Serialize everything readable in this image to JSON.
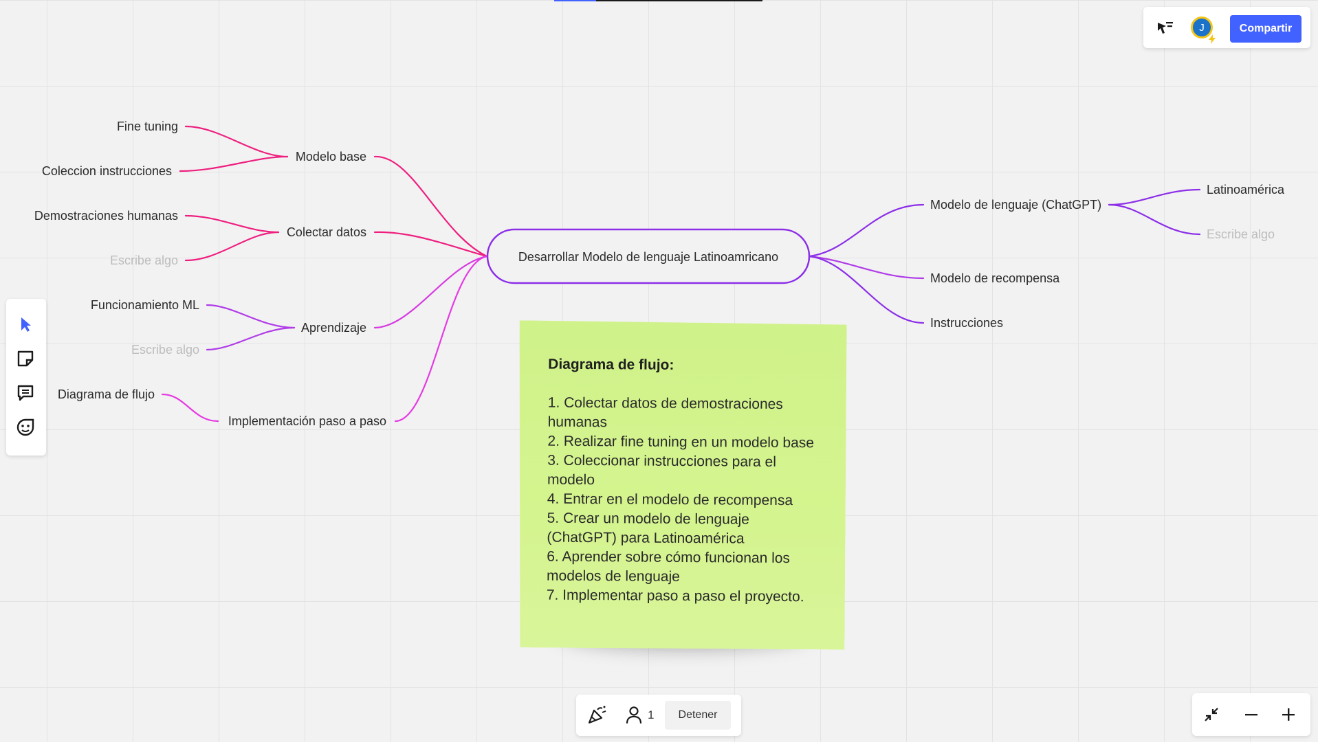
{
  "toolbar": {
    "share_label": "Compartir",
    "avatar_initial": "J",
    "accent_color": "#4262ff"
  },
  "mindmap": {
    "central": "Desarrollar Modelo de lenguaje Latinoamricano",
    "left": [
      {
        "label": "Modelo base",
        "children": [
          "Fine tuning",
          "Coleccion instrucciones"
        ]
      },
      {
        "label": "Colectar datos",
        "children": [
          "Demostraciones humanas",
          "Escribe algo"
        ]
      },
      {
        "label": "Aprendizaje",
        "children": [
          "Funcionamiento ML",
          "Escribe algo"
        ]
      },
      {
        "label": "Implementación paso a paso",
        "children": [
          "Diagrama de flujo"
        ]
      }
    ],
    "right": [
      {
        "label": "Modelo de lenguaje (ChatGPT)",
        "children": [
          "Latinoamérica",
          "Escribe algo"
        ]
      },
      {
        "label": "Modelo de recompensa",
        "children": []
      },
      {
        "label": "Instrucciones",
        "children": []
      }
    ],
    "colors": {
      "pink": "#ee1f7f",
      "magenta": "#e53be3",
      "purple": "#8c2ee8",
      "violet": "#b03ce8"
    }
  },
  "sticky": {
    "title": "Diagrama de flujo:",
    "lines": [
      "1. Colectar datos de demostraciones",
      "humanas",
      "2. Realizar fine tuning en un modelo base",
      "3. Coleccionar instrucciones para el",
      "modelo",
      "4. Entrar en el modelo de recompensa",
      "5. Crear un modelo de lenguaje",
      "(ChatGPT) para Latinoamérica",
      "6. Aprender sobre cómo funcionan los",
      "modelos de lenguaje",
      "7. Implementar paso a paso el proyecto."
    ],
    "color": "#d0f28a"
  },
  "bottom_bar": {
    "participants": "1",
    "stop_label": "Detener"
  },
  "left_tools": [
    "cursor-icon",
    "sticky-note-icon",
    "comment-icon",
    "sticker-icon"
  ],
  "zoom_controls": [
    "fit-screen-icon",
    "zoom-out-icon",
    "zoom-in-icon"
  ]
}
